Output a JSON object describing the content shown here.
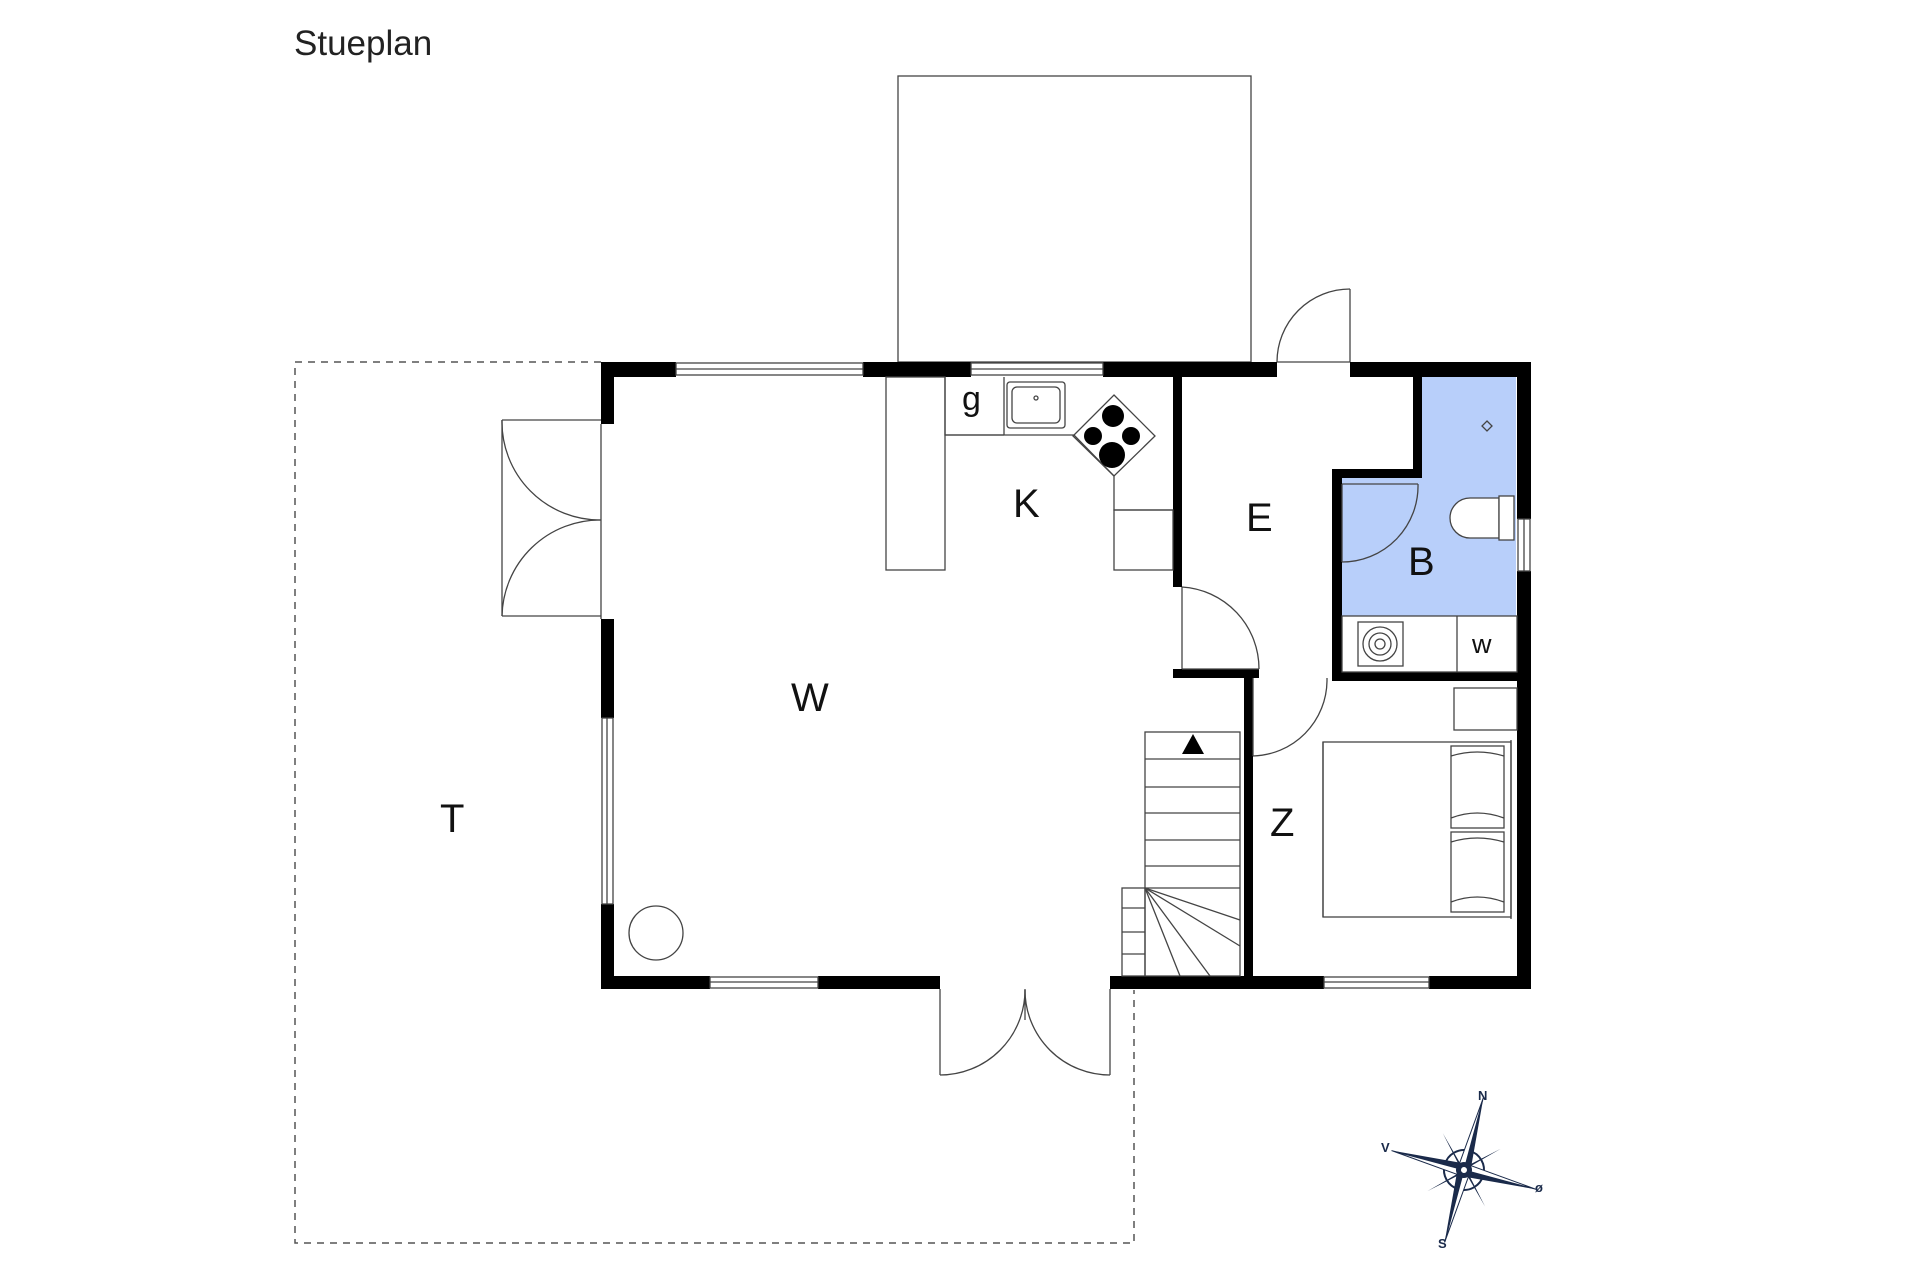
{
  "title": "Stueplan",
  "rooms": {
    "terrace": "T",
    "living": "W",
    "kitchen": "K",
    "kitchen_appliance": "g",
    "entrance": "E",
    "bathroom": "B",
    "washer": "w",
    "bedroom": "Z"
  },
  "compass": {
    "north": "N",
    "south": "S",
    "west": "V",
    "east": "ø"
  },
  "colors": {
    "wall": "#000000",
    "bathroom_fill": "#b8cffa",
    "line": "#444444",
    "compass": "#1a2a4a"
  }
}
